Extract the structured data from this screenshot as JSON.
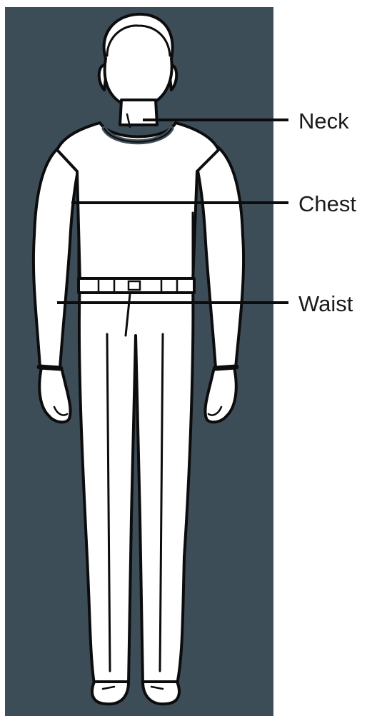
{
  "colors": {
    "panel": "#3d4d58",
    "figure_fill": "#ffffff",
    "outline": "#0c0c0c",
    "collar": "#3d4d58",
    "background": "#ffffff"
  },
  "labels": {
    "neck": "Neck",
    "chest": "Chest",
    "waist": "Waist"
  }
}
